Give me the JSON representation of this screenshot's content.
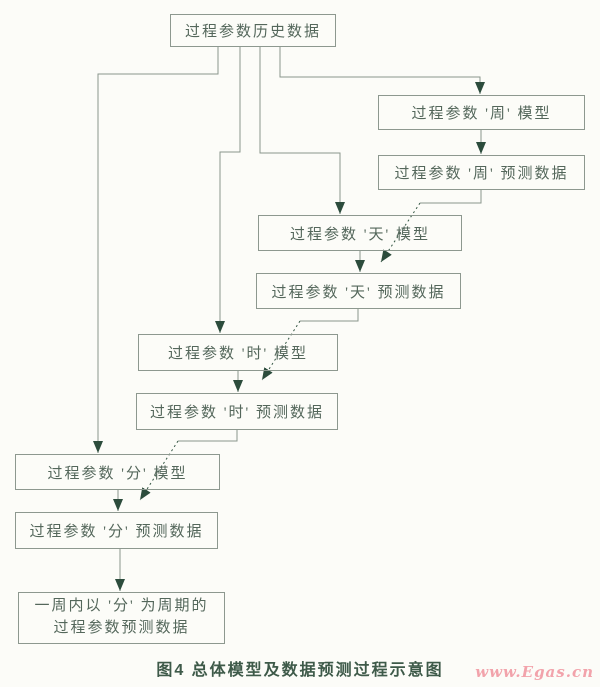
{
  "figure": {
    "caption": "图4 总体模型及数据预测过程示意图",
    "watermark": "www.Egas.cn"
  },
  "colors": {
    "background": "#fcfcf8",
    "box_border": "#8d988f",
    "line": "#8a968c",
    "arrowhead": "#2c4c3c",
    "dashed_line": "#355744",
    "text": "#54675b",
    "caption_text": "#3e5a49",
    "watermark_pink": "#f2a3ab"
  },
  "nodes": {
    "history": {
      "label": "过程参数历史数据"
    },
    "week_model": {
      "label": "过程参数 '周' 模型"
    },
    "week_data": {
      "label": "过程参数 '周' 预测数据"
    },
    "day_model": {
      "label": "过程参数 '天' 模型"
    },
    "day_data": {
      "label": "过程参数 '天' 预测数据"
    },
    "hour_model": {
      "label": "过程参数 '时' 模型"
    },
    "hour_data": {
      "label": "过程参数 '时' 预测数据"
    },
    "min_model": {
      "label": "过程参数 '分' 模型"
    },
    "min_data": {
      "label": "过程参数 '分' 预测数据"
    },
    "final": {
      "line1": "一周内以 '分' 为周期的",
      "line2": "过程参数预测数据"
    }
  }
}
